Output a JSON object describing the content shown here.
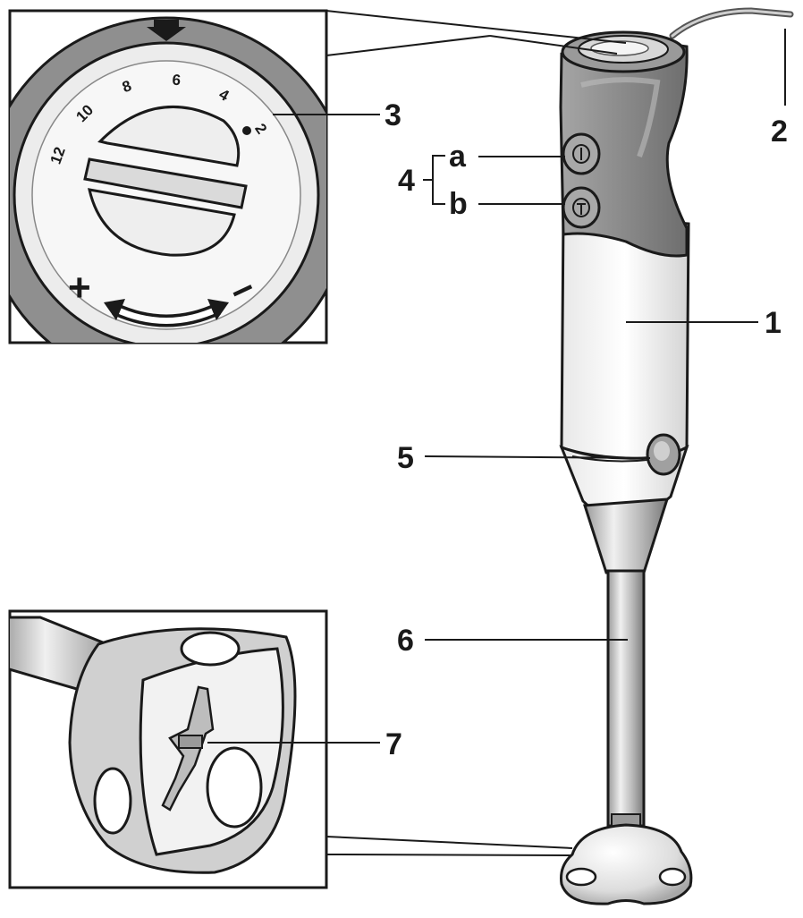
{
  "callouts": {
    "body": "1",
    "cable": "2",
    "speed_dial": "3",
    "buttons_group": "4",
    "button_a": "a",
    "button_b": "b",
    "release_button": "5",
    "blending_shaft": "6",
    "blade": "7"
  },
  "dial": {
    "scale": [
      "12",
      "10",
      "8",
      "6",
      "4",
      "2"
    ],
    "increase_symbol": "+",
    "decrease_symbol": "–"
  },
  "colors": {
    "ink": "#1a1a1a",
    "housing_dark": "#8c8c8c",
    "housing_light": "#f2f2f2",
    "steel": "#c8c8c8"
  }
}
